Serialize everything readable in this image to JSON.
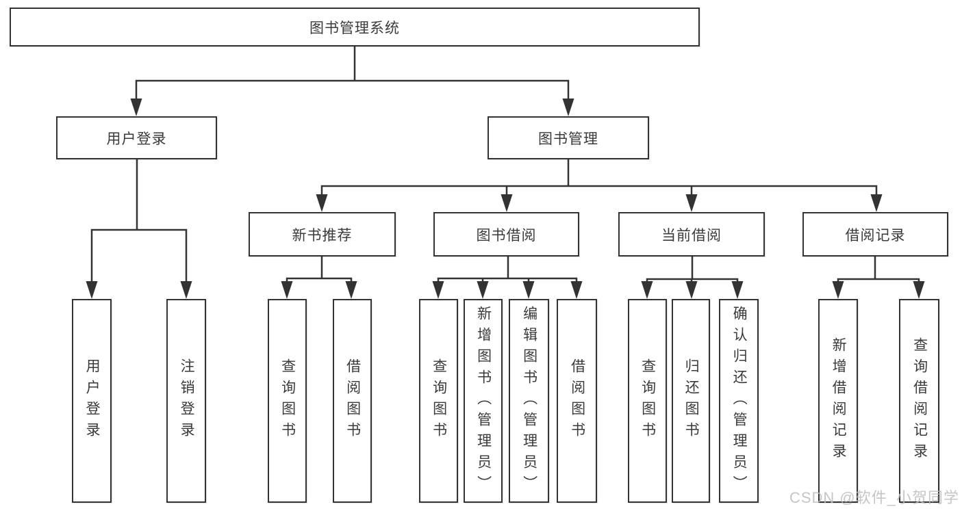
{
  "diagram": {
    "title": "图书管理系统",
    "colors": {
      "line": "#333333",
      "box_border": "#333333",
      "background": "#ffffff",
      "text": "#3a3a3a",
      "watermark": "#bbbbbb"
    },
    "tree": {
      "root": {
        "label": "图书管理系统"
      },
      "branches": [
        {
          "label": "用户登录",
          "children": [
            {
              "label": "用户登录"
            },
            {
              "label": "注销登录"
            }
          ]
        },
        {
          "label": "图书管理",
          "children": [
            {
              "label": "新书推荐",
              "children": [
                {
                  "label": "查询图书"
                },
                {
                  "label": "借阅图书"
                }
              ]
            },
            {
              "label": "图书借阅",
              "children": [
                {
                  "label": "查询图书"
                },
                {
                  "label": "新增图书（管理员）"
                },
                {
                  "label": "编辑图书（管理员）"
                },
                {
                  "label": "借阅图书"
                }
              ]
            },
            {
              "label": "当前借阅",
              "children": [
                {
                  "label": "查询图书"
                },
                {
                  "label": "归还图书"
                },
                {
                  "label": "确认归还（管理员）"
                }
              ]
            },
            {
              "label": "借阅记录",
              "children": [
                {
                  "label": "新增借阅记录"
                },
                {
                  "label": "查询借阅记录"
                }
              ]
            }
          ]
        }
      ]
    },
    "watermark": {
      "text": "CSDN @软件_小贺同学"
    }
  }
}
